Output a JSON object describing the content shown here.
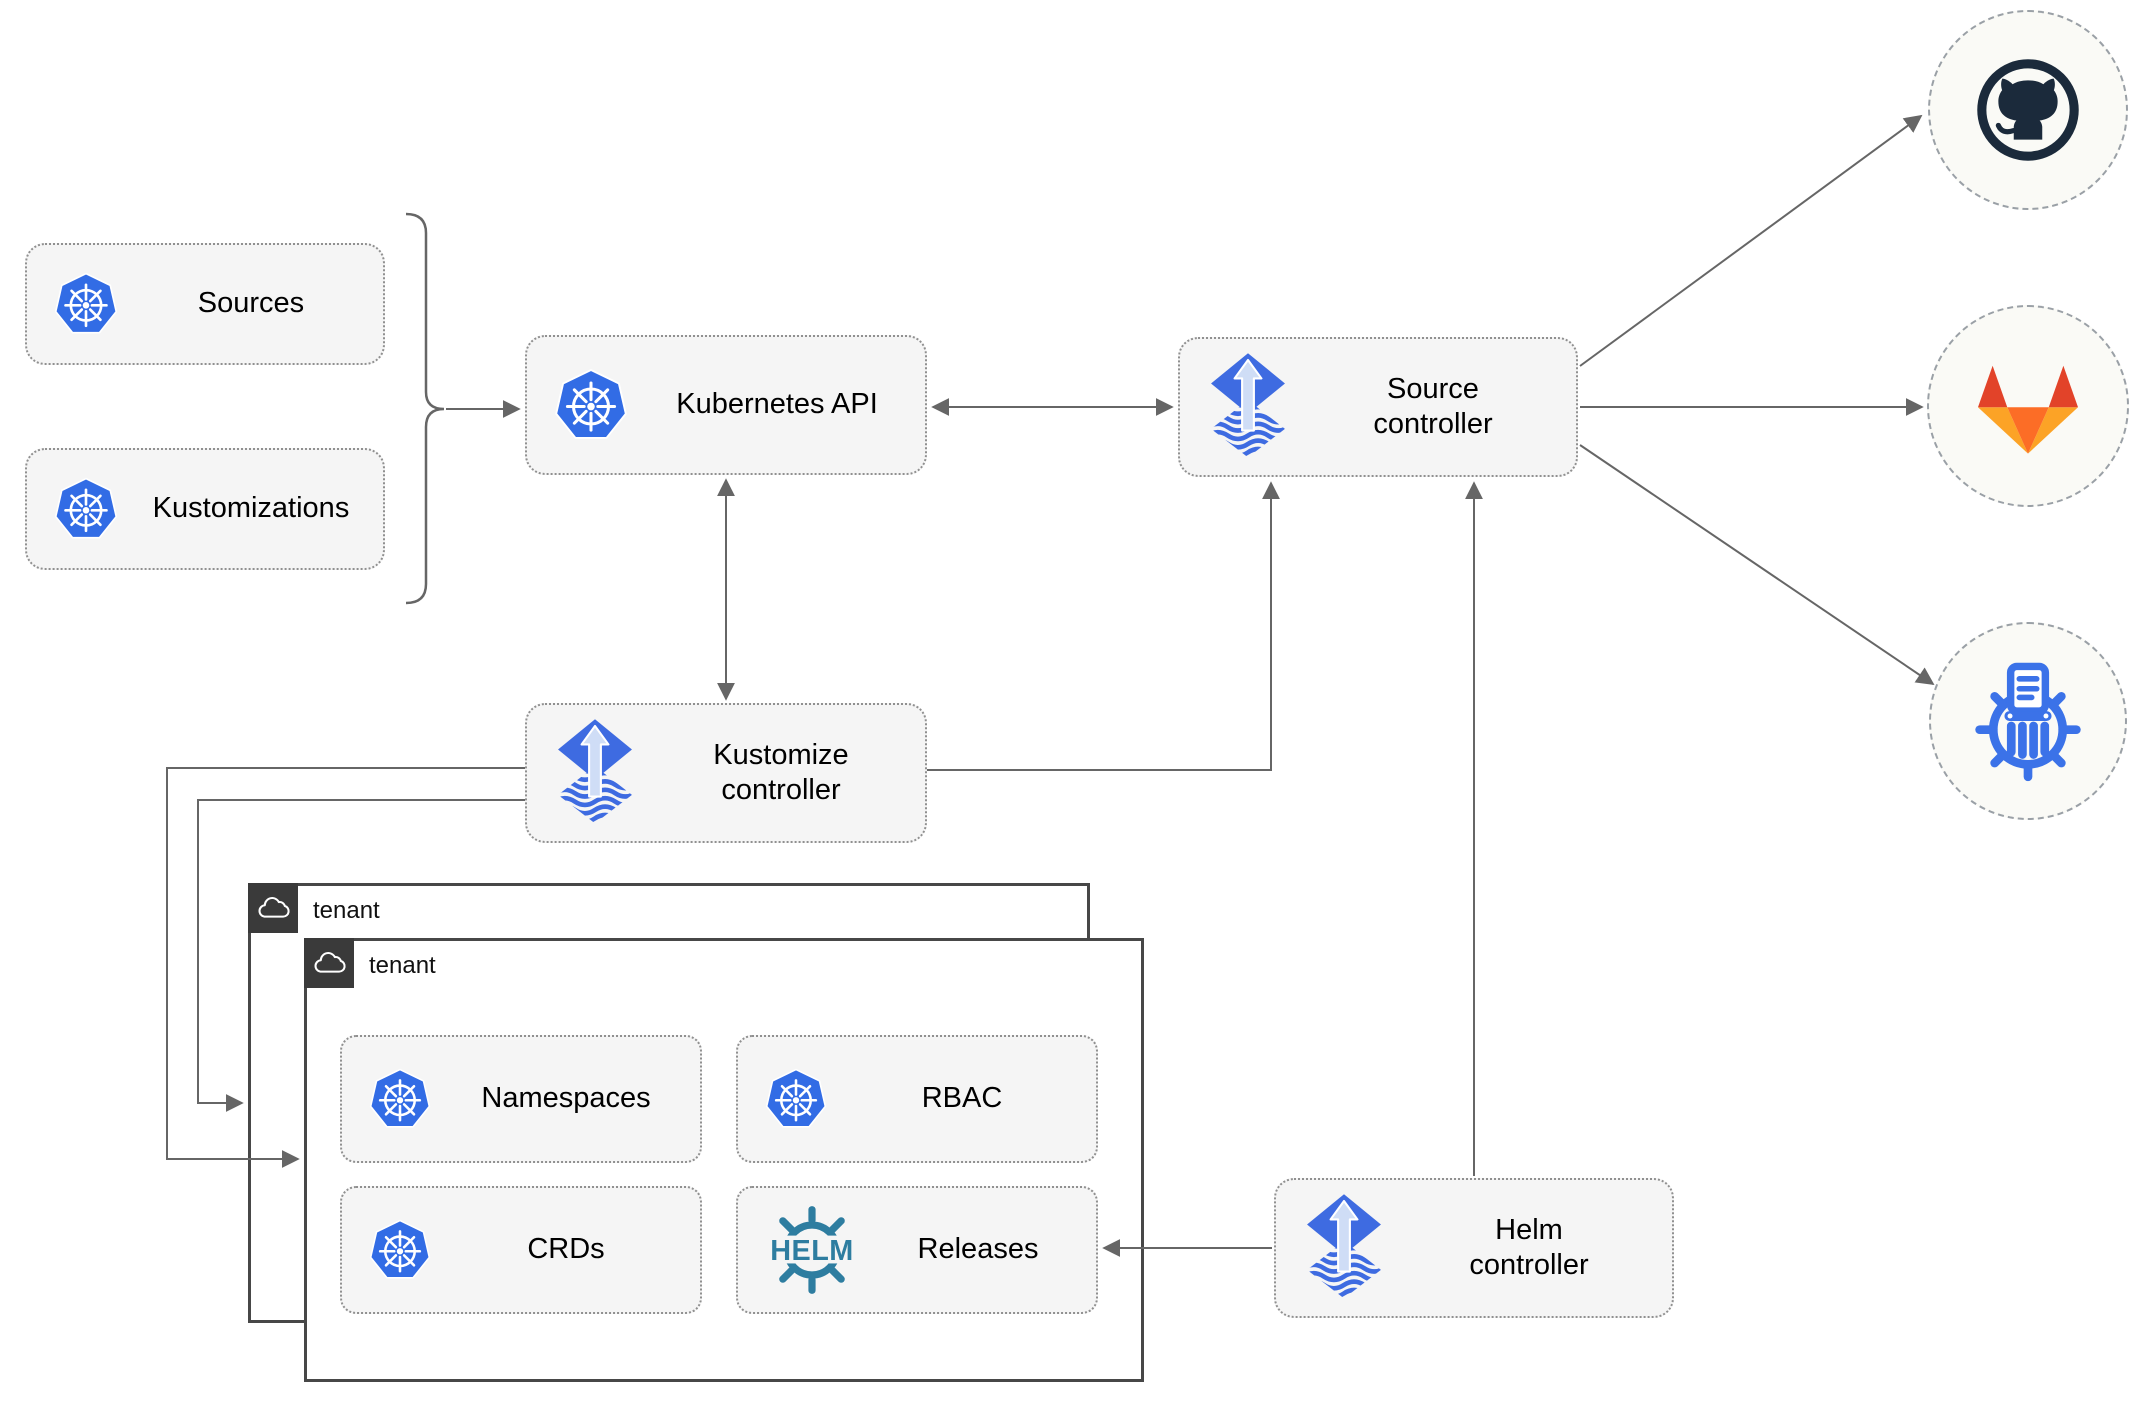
{
  "nodes": {
    "sources": {
      "label": "Sources"
    },
    "kustomizations": {
      "label": "Kustomizations"
    },
    "kubernetes_api": {
      "label": "Kubernetes API"
    },
    "source_controller": {
      "label": "Source controller"
    },
    "kustomize_controller": {
      "label": "Kustomize controller"
    },
    "helm_controller": {
      "label": "Helm controller"
    },
    "namespaces": {
      "label": "Namespaces"
    },
    "rbac": {
      "label": "RBAC"
    },
    "crds": {
      "label": "CRDs"
    },
    "releases": {
      "label": "Releases"
    }
  },
  "tenants": {
    "back": {
      "label": "tenant"
    },
    "front": {
      "label": "tenant"
    }
  },
  "logos": {
    "helm_text": "HELM"
  },
  "icons": {
    "kubernetes": "kubernetes-wheel-icon",
    "flux": "flux-icon",
    "helm": "helm-wheel-icon",
    "github": "github-icon",
    "gitlab": "gitlab-icon",
    "chart_repository": "chartmuseum-icon",
    "cloud": "cloud-icon"
  },
  "colors": {
    "kubernetes_blue": "#326ce5",
    "flux_blue": "#3e6be1",
    "flux_arrow_light": "#cfddf6",
    "helm_teal": "#2e7da0",
    "chartmuseum_blue": "#3b72e8",
    "github_dark": "#1b2a3b",
    "gitlab_dark_orange": "#e24329",
    "gitlab_orange": "#fc6d26",
    "gitlab_light_orange": "#fca326",
    "connector_gray": "#666666",
    "card_bg": "#f5f5f5",
    "card_border": "#909090",
    "tenant_border": "#474747",
    "tenant_tab_bg": "#3a3a3a",
    "circle_bg": "#fafaf6",
    "circle_border": "#9aa0a6"
  }
}
